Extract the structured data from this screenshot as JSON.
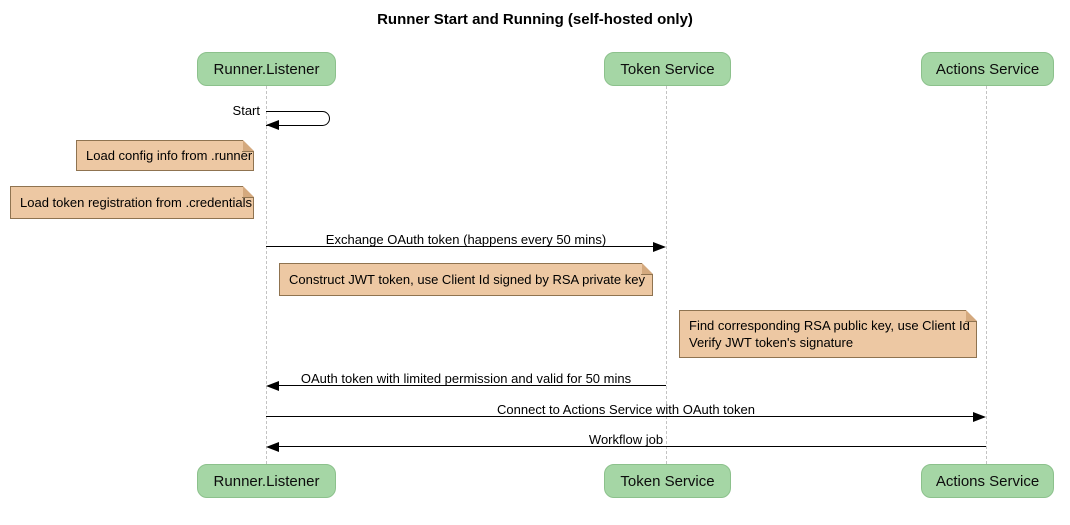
{
  "title": "Runner Start and Running (self-hosted only)",
  "participants": [
    {
      "name": "Runner.Listener"
    },
    {
      "name": "Token Service"
    },
    {
      "name": "Actions Service"
    }
  ],
  "messages": {
    "start": "Start",
    "exchange": "Exchange OAuth token (happens every 50 mins)",
    "oauth_return": "OAuth token with limited permission and valid for 50 mins",
    "connect": "Connect to Actions Service with OAuth token",
    "workflow": "Workflow job"
  },
  "notes": {
    "load_config": "Load config info from .runner",
    "load_token": "Load token registration from .credentials",
    "construct_jwt": "Construct JWT token, use Client Id signed by RSA private key",
    "find_rsa_line1": "Find corresponding RSA public key, use Client Id",
    "find_rsa_line2": "Verify JWT token's signature"
  },
  "colors": {
    "participant_fill": "#a5d6a5",
    "participant_border": "#8cc18c",
    "note_fill": "#edc8a3",
    "note_border": "#8f7350",
    "lifeline": "#c3c3c3",
    "arrow": "#000000",
    "background": "#ffffff"
  }
}
